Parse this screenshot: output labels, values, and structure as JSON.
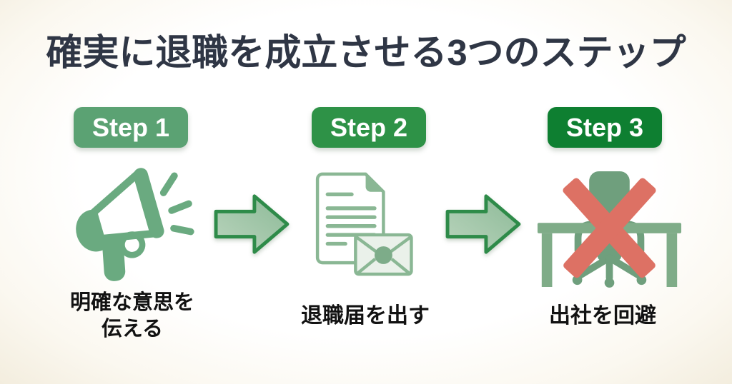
{
  "title": "確実に退職を成立させる3つのステップ",
  "steps": [
    {
      "badge": "Step 1",
      "caption": "明確な意思を\n伝える",
      "icon": "megaphone-icon"
    },
    {
      "badge": "Step 2",
      "caption": "退職届を出す",
      "icon": "document-envelope-icon"
    },
    {
      "badge": "Step 3",
      "caption": "出社を回避",
      "icon": "crossed-out-desk-icon"
    }
  ],
  "badge_colors": [
    "#5ba273",
    "#2e9247",
    "#0e7f31"
  ],
  "colors": {
    "title_text": "#2f3645",
    "caption_text": "#121212",
    "icon_green": "#6aaa80",
    "outline_green": "#8ab794",
    "chair_green": "#6f9f7d",
    "desk_green": "#7fac88",
    "arrow_fill_light": "#bad4bd",
    "arrow_fill_dark": "#8cba97",
    "arrow_border": "#2e8b49",
    "cross_red": "#dd7164",
    "envelope_fill": "#eaf1ea",
    "seal_green": "#7dac89",
    "background_edge": "#f3edde"
  }
}
